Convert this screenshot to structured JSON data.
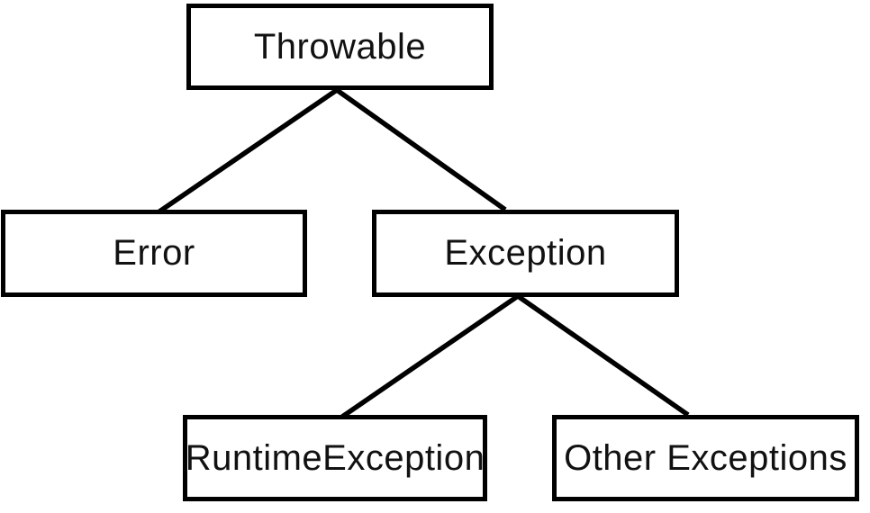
{
  "diagram": {
    "description": "Java Throwable class hierarchy tree",
    "nodes": [
      {
        "id": "throwable",
        "label": "Throwable"
      },
      {
        "id": "error",
        "label": "Error"
      },
      {
        "id": "exception",
        "label": "Exception"
      },
      {
        "id": "runtime-exception",
        "label": "RuntimeException"
      },
      {
        "id": "other-exceptions",
        "label": "Other Exceptions"
      }
    ],
    "edges": [
      {
        "from": "Throwable",
        "to": "Error"
      },
      {
        "from": "Throwable",
        "to": "Exception"
      },
      {
        "from": "Exception",
        "to": "RuntimeException"
      },
      {
        "from": "Exception",
        "to": "Other Exceptions"
      }
    ],
    "colors": {
      "background": "#ffffff",
      "box_fill": "#ffffff",
      "box_border": "#000000",
      "line": "#000000",
      "text": "#111111"
    }
  }
}
